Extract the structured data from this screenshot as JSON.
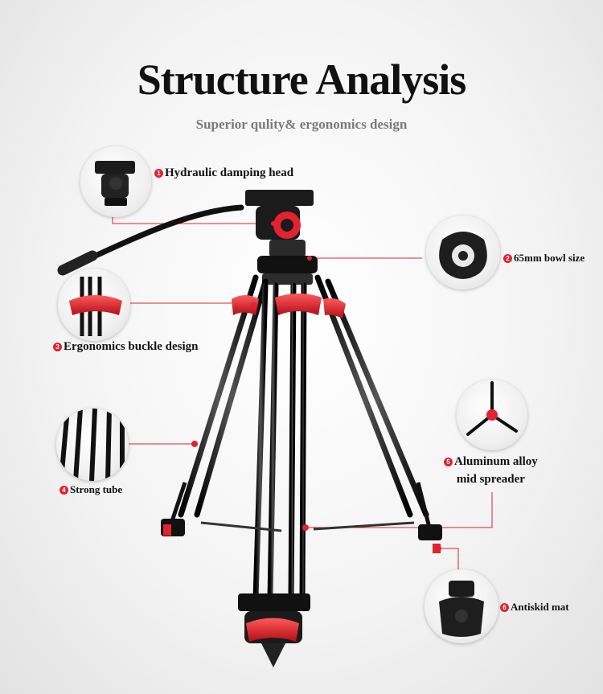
{
  "header": {
    "title": "Structure Analysis",
    "subtitle": "Superior qulity& ergonomics design"
  },
  "features": [
    {
      "number": "1",
      "label": "Hydraulic damping head",
      "icon": "fluid-head-icon"
    },
    {
      "number": "2",
      "label": "65mm bowl size",
      "icon": "bowl-adapter-icon"
    },
    {
      "number": "3",
      "label": "Ergonomics buckle design",
      "icon": "leg-lock-icon"
    },
    {
      "number": "4",
      "label": "Strong tube",
      "icon": "tube-icon"
    },
    {
      "number": "5",
      "label_line1": "Aluminum alloy",
      "label_line2": "mid spreader",
      "icon": "spreader-icon"
    },
    {
      "number": "6",
      "label": "Antiskid mat",
      "icon": "rubber-foot-icon"
    }
  ],
  "colors": {
    "accent": "#e2222f",
    "metal": "#1b1b1b",
    "subtitle": "#7a7a7a"
  }
}
